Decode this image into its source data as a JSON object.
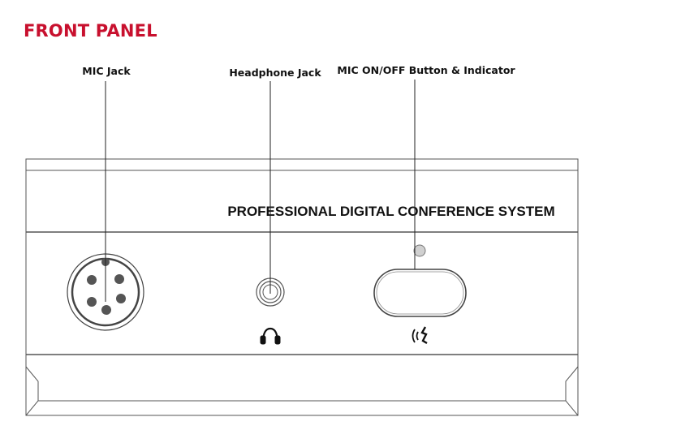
{
  "title": "FRONT PANEL",
  "callouts": {
    "mic_jack": "MIC Jack",
    "headphone_jack": "Headphone Jack",
    "mic_button": "MIC ON/OFF Button & Indicator"
  },
  "panel_text": "PROFESSIONAL DIGITAL CONFERENCE SYSTEM",
  "colors": {
    "title": "#c8102e",
    "indicator": "#d0d0d0",
    "pins": "#555555"
  },
  "icons": [
    "headphone-icon",
    "microphone-speak-icon"
  ]
}
